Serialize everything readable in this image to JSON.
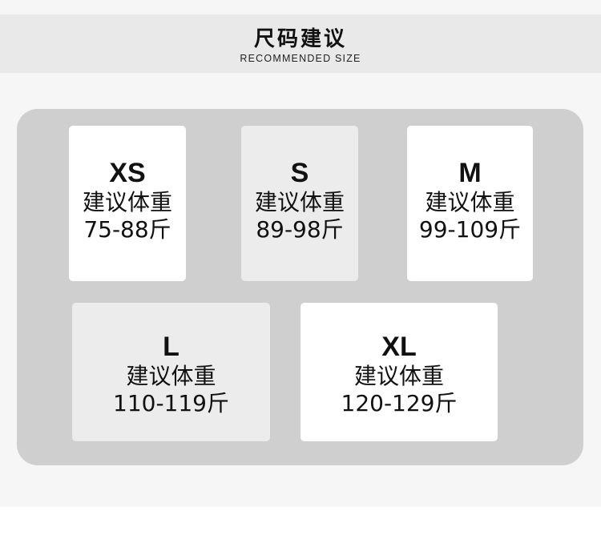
{
  "header": {
    "title_cn": "尺码建议",
    "title_en": "RECOMMENDED SIZE"
  },
  "sizes": [
    {
      "size": "XS",
      "label": "建议体重",
      "range": "75-88斤",
      "bg": "#ffffff"
    },
    {
      "size": "S",
      "label": "建议体重",
      "range": "89-98斤",
      "bg": "#ececec"
    },
    {
      "size": "M",
      "label": "建议体重",
      "range": "99-109斤",
      "bg": "#ffffff"
    },
    {
      "size": "L",
      "label": "建议体重",
      "range": "110-119斤",
      "bg": "#ececec"
    },
    {
      "size": "XL",
      "label": "建议体重",
      "range": "120-129斤",
      "bg": "#ffffff"
    }
  ],
  "colors": {
    "panel": "#cfcfcf",
    "header_band": "#e9e9e9",
    "page_bg": "#f6f6f6",
    "text": "#111111"
  }
}
